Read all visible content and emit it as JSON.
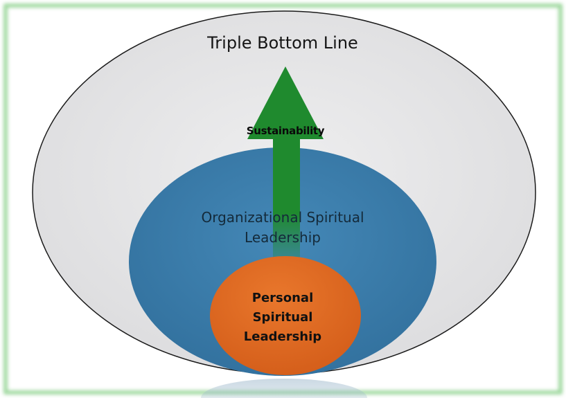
{
  "diagram": {
    "outer_label": "Triple Bottom Line",
    "arrow_label": "Sustainability",
    "middle_label": "Organizational Spiritual Leadership",
    "inner_label": "Personal Spiritual Leadership"
  },
  "colors": {
    "frame_glow": "#8fd18f",
    "outer_fill": "#e4e4e6",
    "outer_stroke": "#1a1a1a",
    "middle_fill": "#3c7fae",
    "inner_fill": "#e06a22",
    "arrow_fill": "#1f8a2e"
  }
}
